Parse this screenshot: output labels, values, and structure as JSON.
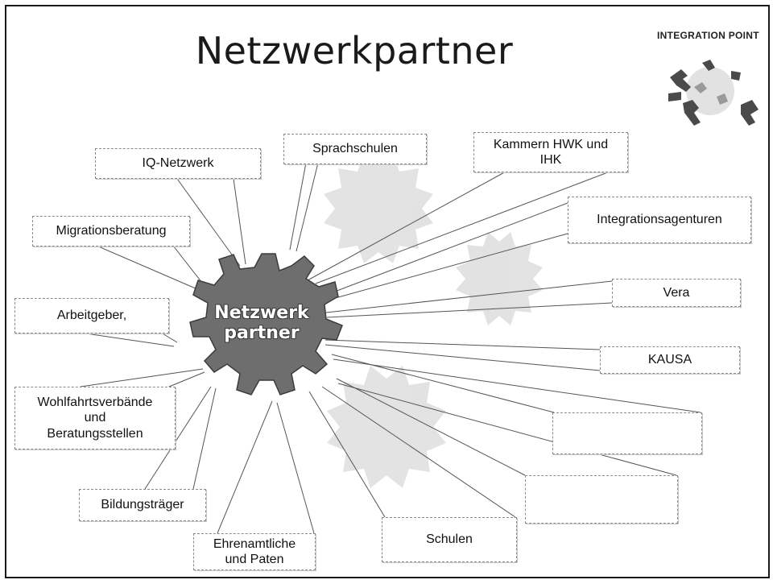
{
  "title": "Netzwerkpartner",
  "logo": {
    "text": "INTEGRATION POINT"
  },
  "center": {
    "label": "Netzwerk\npartner",
    "fill": "#6e6e6e"
  },
  "partners": {
    "iq_netzwerk": "IQ-Netzwerk",
    "sprachschulen": "Sprachschulen",
    "kammern": "Kammern HWK und\nIHK",
    "migrationsberatung": "Migrationsberatung",
    "integrationsagenturen": "Integrationsagenturen",
    "vera": "Vera",
    "arbeitgeber": "Arbeitgeber,",
    "kausa": "KAUSA",
    "wohlfahrtsverbaende": "Wohlfahrtsverbände\nund\nBeratungsstellen",
    "empty_1": "",
    "bildungstraeger": "Bildungsträger",
    "empty_2": "",
    "ehrenamtliche": "Ehrenamtliche\nund Paten",
    "schulen": "Schulen"
  },
  "colors": {
    "line": "#555555",
    "box_border": "#8a8a8a",
    "ghost_gear": "#d6d6d6"
  }
}
